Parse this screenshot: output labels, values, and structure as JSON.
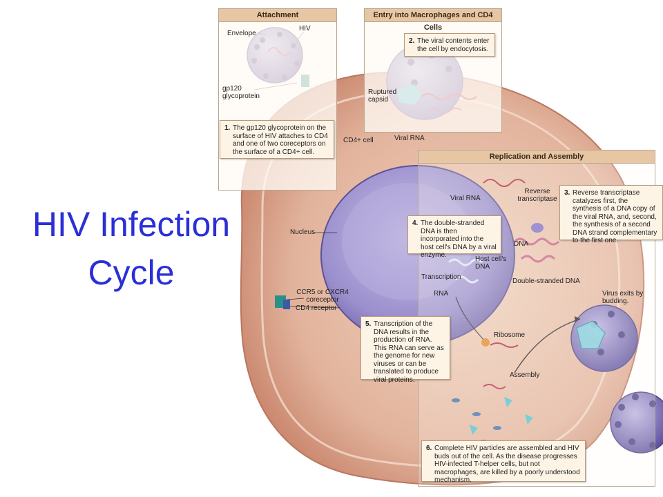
{
  "title": {
    "line1": "HIV Infection",
    "line2": "Cycle"
  },
  "panels": {
    "attachment": "Attachment",
    "entry": "Entry into Macrophages and CD4 Cells",
    "replication": "Replication and Assembly"
  },
  "steps": [
    {
      "num": "1.",
      "text": "The gp120 glycoprotein on the surface of HIV attaches to CD4 and one of two coreceptors on the surface of a CD4+ cell."
    },
    {
      "num": "2.",
      "text": "The viral contents enter the cell by endocytosis."
    },
    {
      "num": "3.",
      "text": "Reverse transcriptase catalyzes first, the synthesis of a DNA copy of the viral RNA, and, second, the synthesis of a second DNA strand complementary to the first one."
    },
    {
      "num": "4.",
      "text": "The double-stranded DNA is then incorporated into the host cell's DNA by a viral enzyme."
    },
    {
      "num": "5.",
      "text": "Transcription of the DNA results in the production of RNA. This RNA can serve as the genome for new viruses or can be translated to produce viral proteins."
    },
    {
      "num": "6.",
      "text": "Complete HIV particles are assembled and HIV buds out of the cell. As the disease progresses HIV-infected T-helper cells, but not macrophages, are killed by a poorly understood mechanism."
    }
  ],
  "labels": {
    "envelope": "Envelope",
    "hiv": "HIV",
    "gp120": "gp120 glycoprotein",
    "ruptured_capsid": "Ruptured capsid",
    "cd4_cell": "CD4+ cell",
    "viral_rna_entry": "Viral RNA",
    "viral_rna_nucleus": "Viral RNA",
    "reverse_transcriptase": "Reverse transcriptase",
    "dna": "DNA",
    "host_dna": "Host cell's DNA",
    "double_stranded_dna": "Double-stranded DNA",
    "nucleus": "Nucleus",
    "transcription": "Transcription",
    "rna": "RNA",
    "ribosome": "Ribosome",
    "assembly": "Assembly",
    "virus_exits": "Virus exits by budding.",
    "ccr5": "CCR5 or CXCR4 coreceptor",
    "cd4_receptor": "CD4 receptor"
  },
  "colors": {
    "title": "#2a2fd6",
    "cell": "#d9a08a",
    "nucleus": "#8d7fbf",
    "virus": "#6a5aa8",
    "panel_head": "#e7c7a3"
  }
}
